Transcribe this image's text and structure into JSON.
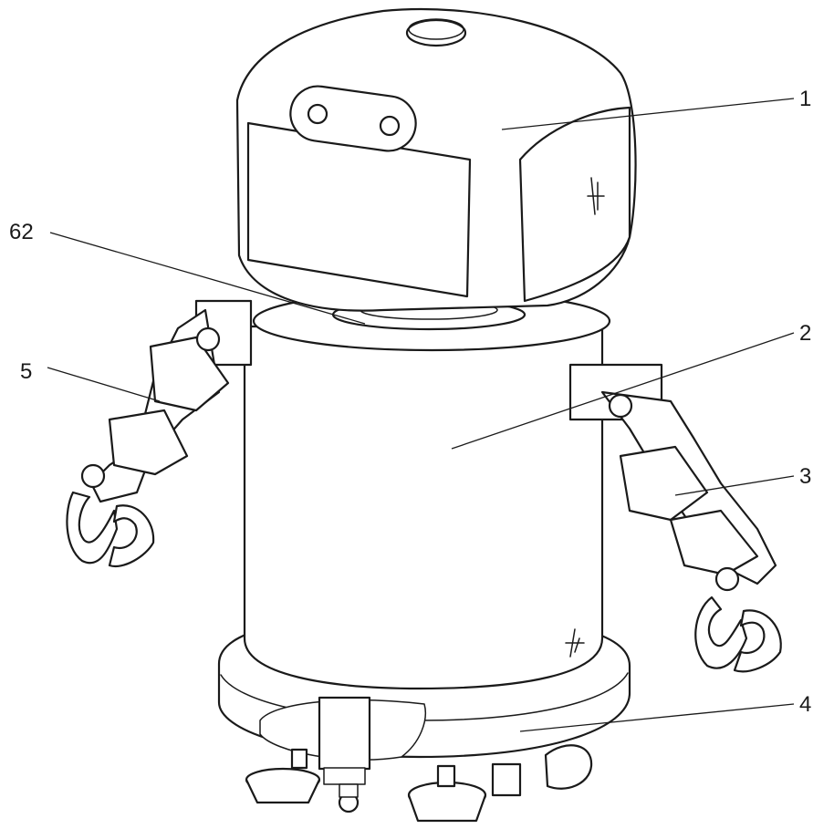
{
  "callouts": [
    {
      "id": "head",
      "label": "1"
    },
    {
      "id": "body",
      "label": "2"
    },
    {
      "id": "right-arm",
      "label": "3"
    },
    {
      "id": "base",
      "label": "4"
    },
    {
      "id": "left-arm",
      "label": "5"
    },
    {
      "id": "neck-joint",
      "label": "62"
    }
  ],
  "colors": {
    "line": "#1a1a1a",
    "background": "#ffffff"
  }
}
